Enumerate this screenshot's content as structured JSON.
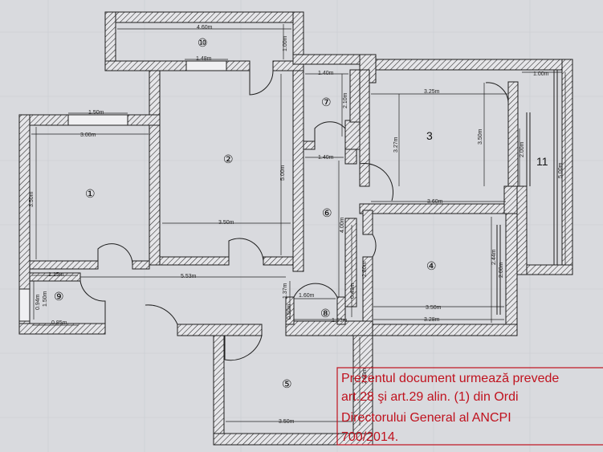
{
  "rooms": [
    {
      "id": "room-1",
      "label": "①"
    },
    {
      "id": "room-2",
      "label": "②"
    },
    {
      "id": "room-3",
      "label": "3"
    },
    {
      "id": "room-4",
      "label": "④"
    },
    {
      "id": "room-5",
      "label": "⑤"
    },
    {
      "id": "room-6",
      "label": "⑥"
    },
    {
      "id": "room-7",
      "label": "⑦"
    },
    {
      "id": "room-8",
      "label": "⑧"
    },
    {
      "id": "room-9",
      "label": "⑨"
    },
    {
      "id": "room-10",
      "label": "⑩"
    },
    {
      "id": "room-11",
      "label": "11"
    }
  ],
  "dimensions": {
    "d460": "4.60m",
    "d100_balcony": "1.00m",
    "d148": "1.48m",
    "d140_top": "1.40m",
    "d210": "2.10m",
    "d325": "3.25m",
    "d100_right": "1.00m",
    "d150": "1.50m",
    "d300": "3.00m",
    "d350_left": "3.50m",
    "d500": "5.00m",
    "d327": "3.27m",
    "d350_r3": "3.50m",
    "d200_r11": "2.00m",
    "d500_r11": "5.00m",
    "d140_mid": "1.40m",
    "d360": "3.60m",
    "d400": "4.00m",
    "d350_r2": "3.50m",
    "d280": "2.80m",
    "d244": "2.44m",
    "d200_r4": "2.00m",
    "d115": "1.15m",
    "d553": "5.53m",
    "d094": "0.94m",
    "d150_r9": "1.50m",
    "d137": "1.37m",
    "d160": "1.60m",
    "d043": "0.43m",
    "d050": "0.50m",
    "d153": "1.53m",
    "d350_r4": "3.50m",
    "d328": "3.28m",
    "d085": "0.85m",
    "d260": "2.60m",
    "d350_r5": "3.50m"
  },
  "stamp": {
    "line1": "Prezentul document urmează prevede",
    "line2": "art.28 şi art.29 alin. (1) din Ordi",
    "line3": "Directorului General al ANCPI",
    "line4": "700/2014."
  },
  "colors": {
    "paper": "#d9dade",
    "wall": "#1e1e1e",
    "stamp": "#c0121e"
  }
}
